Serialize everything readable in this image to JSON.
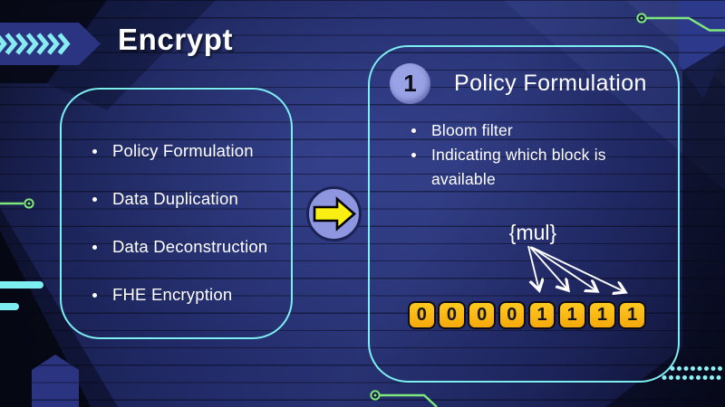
{
  "title": "Encrypt",
  "left_panel": {
    "items": [
      "Policy Formulation",
      "Data Duplication",
      "Data Deconstruction",
      "FHE Encryption"
    ]
  },
  "step_panel": {
    "number": "1",
    "heading": "Policy Formulation",
    "bullets": [
      "Bloom filter",
      "Indicating which block is available"
    ],
    "annotation": "{mul}",
    "bits": [
      "0",
      "0",
      "0",
      "0",
      "1",
      "1",
      "1",
      "1"
    ]
  },
  "colors": {
    "accent_cyan": "#7deef2",
    "circuit_green": "#7ee87d",
    "bit_cell_yellow": "#fcb515",
    "arrow_yellow": "#f9ef13",
    "badge_periwinkle": "#9aa2e6",
    "panel_blue": "#2b3480"
  }
}
